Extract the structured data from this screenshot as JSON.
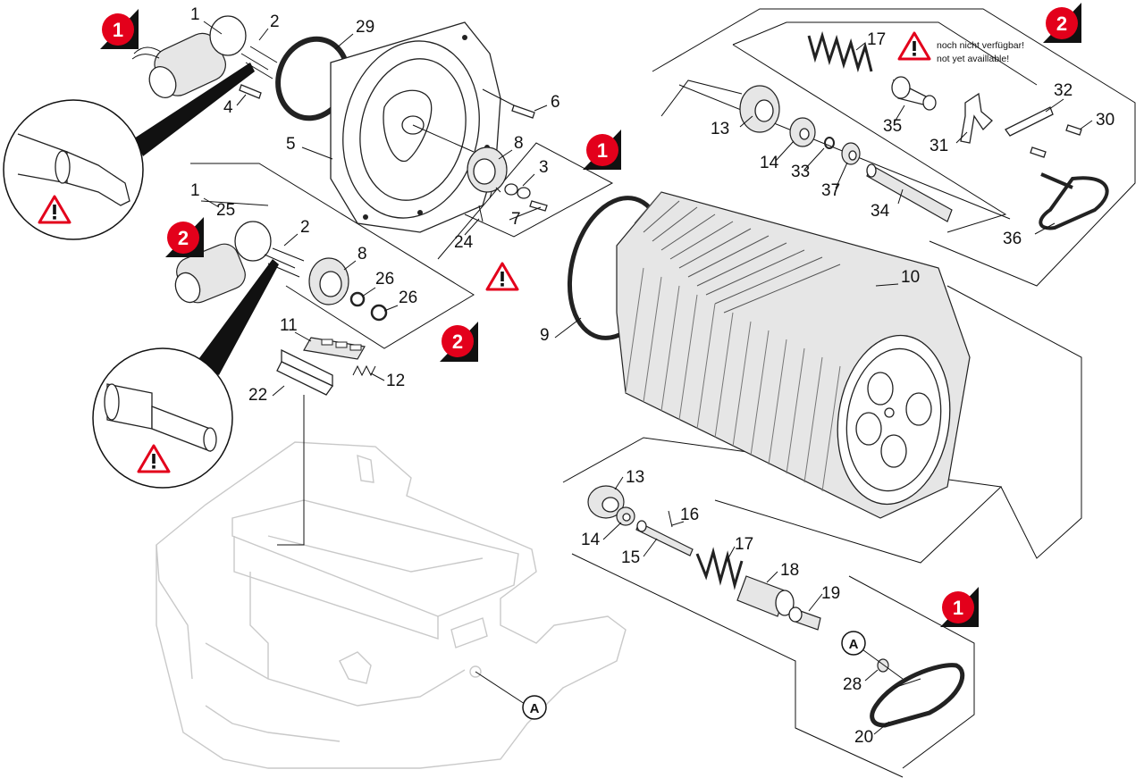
{
  "callouts": {
    "c1": "1",
    "c2": "2",
    "c29": "29",
    "c4": "4",
    "c5": "5",
    "c6": "6",
    "c8a": "8",
    "c3": "3",
    "c7": "7",
    "c24": "24",
    "c1b": "1",
    "c25": "25",
    "c2b": "2",
    "c8b": "8",
    "c26a": "26",
    "c26b": "26",
    "c11": "11",
    "c12": "12",
    "c22": "22",
    "c9": "9",
    "c10": "10",
    "c17a": "17",
    "c35": "35",
    "c13a": "13",
    "c14a": "14",
    "c33": "33",
    "c37": "37",
    "c34": "34",
    "c31": "31",
    "c32": "32",
    "c30": "30",
    "c36": "36",
    "c13b": "13",
    "c14b": "14",
    "c16": "16",
    "c15": "15",
    "c17b": "17",
    "c18": "18",
    "c19": "19",
    "c28": "28",
    "c20": "20"
  },
  "badges": {
    "b_top_left": "1",
    "b_middle": "1",
    "b_left": "2",
    "b_mid_low": "2",
    "b_top_right": "2",
    "b_lower_right": "1"
  },
  "circle_markers": {
    "a_handle": "A",
    "a_frame": "A"
  },
  "note": {
    "line1": "noch nicht verfügbar!",
    "line2": "not yet availlable!"
  },
  "colors": {
    "badge": "#e3001b",
    "badge_shadow": "#111111",
    "warning": "#e3001b",
    "ghost": "#c9c9c9"
  },
  "icons": [
    "warning-triangle-icon",
    "number-badge-icon",
    "circle-a-marker"
  ]
}
